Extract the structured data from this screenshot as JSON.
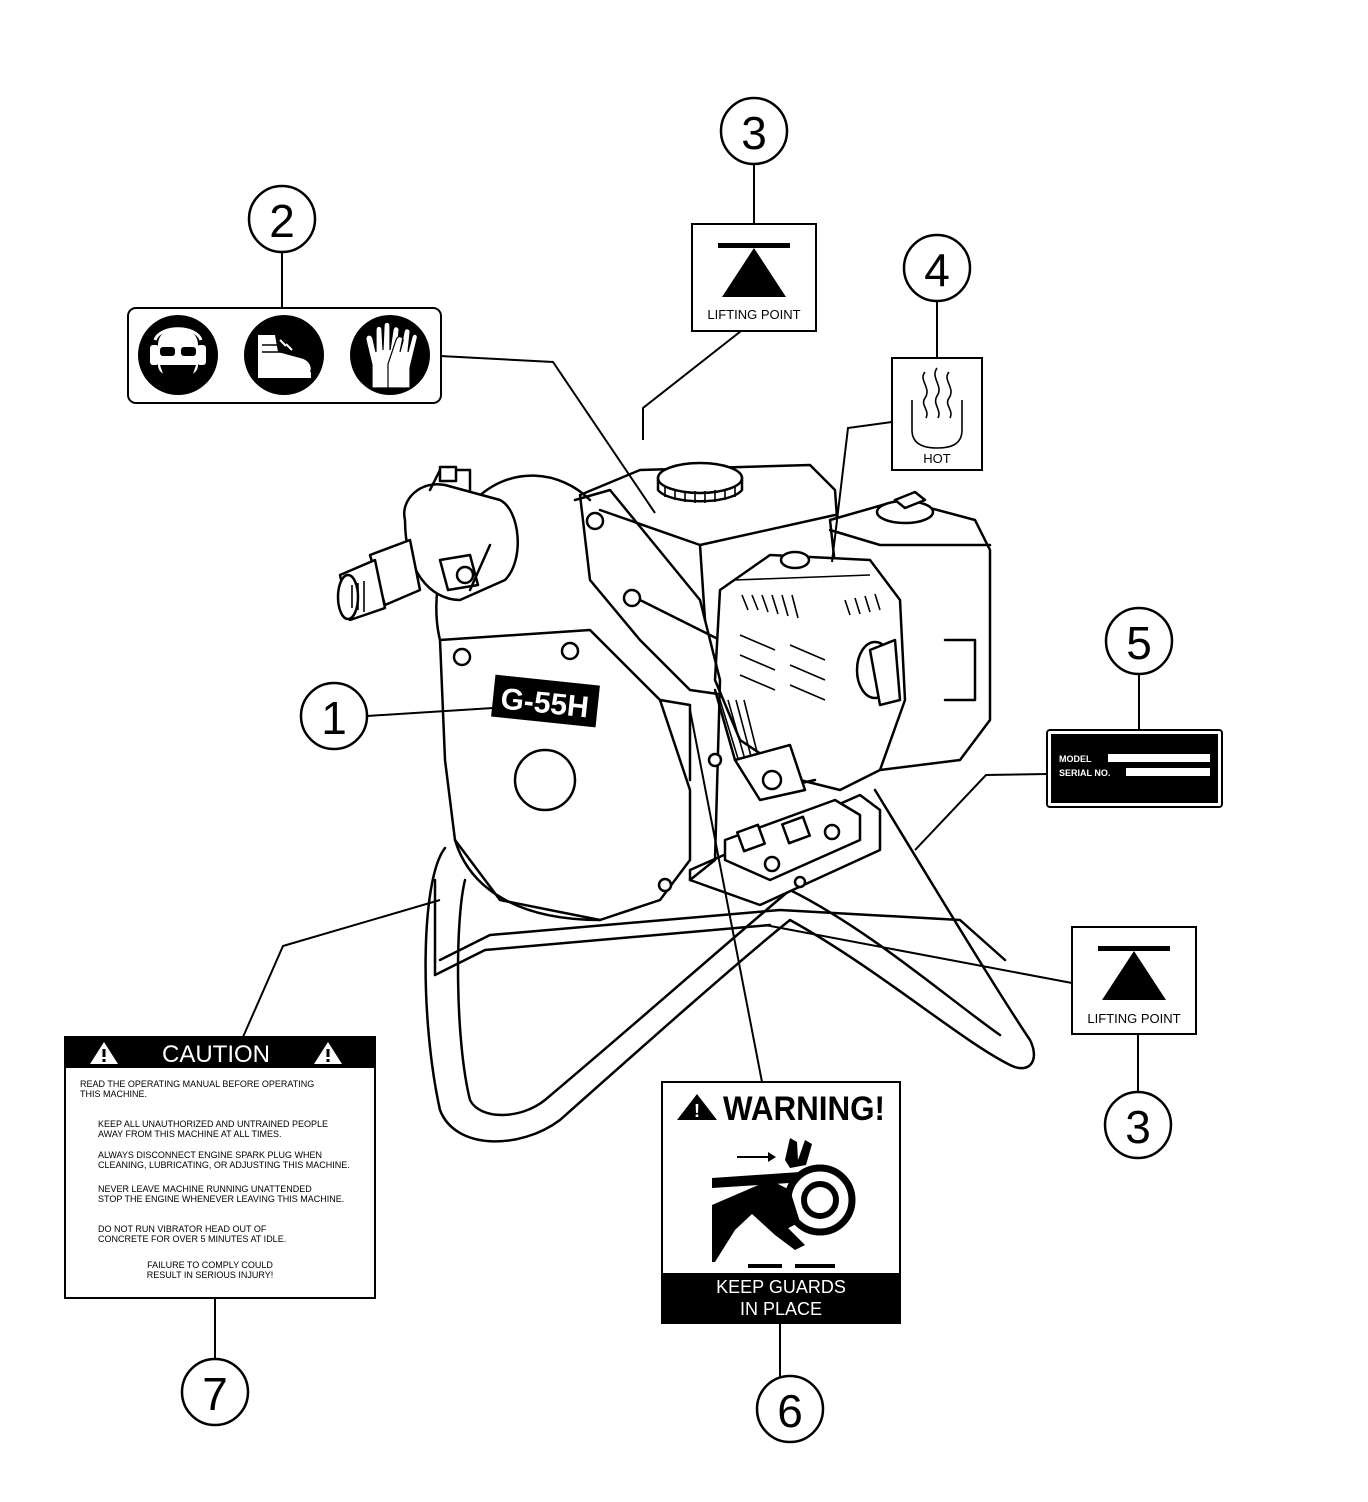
{
  "callouts": [
    "1",
    "2",
    "3",
    "4",
    "5",
    "6",
    "7"
  ],
  "model_decal": {
    "text": "G-55H"
  },
  "lifting_point": {
    "label": "LIFTING POINT"
  },
  "hot_decal": {
    "label": "HOT"
  },
  "serial_plate": {
    "model_label": "MODEL",
    "serial_label": "SERIAL NO."
  },
  "warning_decal": {
    "header": "WARNING!",
    "footer_line1": "KEEP GUARDS",
    "footer_line2": "IN PLACE"
  },
  "caution_decal": {
    "header": "CAUTION",
    "lines": [
      "READ THE OPERATING MANUAL BEFORE OPERATING",
      "THIS MACHINE.",
      "KEEP ALL UNAUTHORIZED AND UNTRAINED PEOPLE",
      "AWAY FROM THIS MACHINE AT ALL TIMES.",
      "ALWAYS DISCONNECT ENGINE SPARK PLUG WHEN",
      "CLEANING, LUBRICATING, OR ADJUSTING THIS MACHINE.",
      "NEVER LEAVE MACHINE RUNNING UNATTENDED",
      "STOP THE ENGINE WHENEVER LEAVING THIS MACHINE.",
      "DO NOT RUN VIBRATOR HEAD OUT OF",
      "CONCRETE FOR OVER 5 MINUTES AT IDLE.",
      "FAILURE TO COMPLY COULD",
      "RESULT IN SERIOUS INJURY!"
    ]
  },
  "ppe_decal": {
    "icons": [
      "face-shield-earmuffs-icon",
      "safety-boot-icon",
      "gloves-icon"
    ]
  }
}
